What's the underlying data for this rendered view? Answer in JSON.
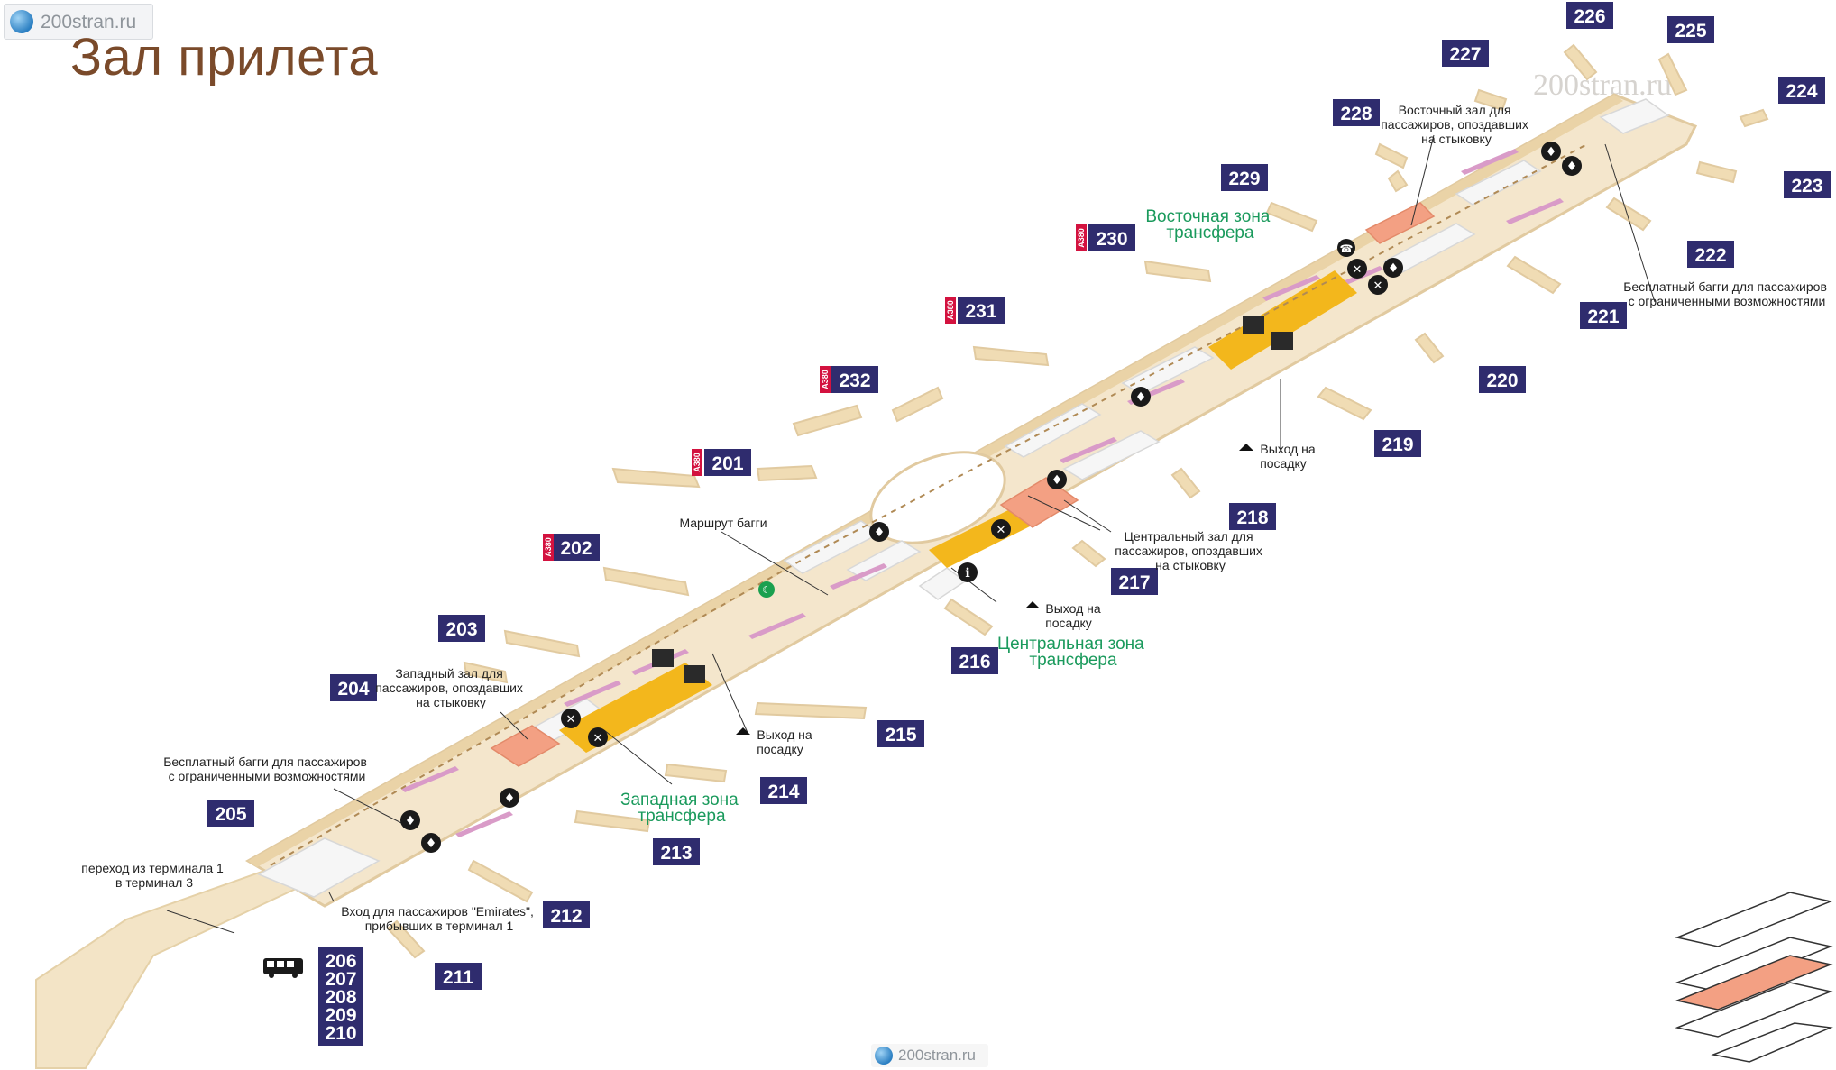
{
  "header": {
    "title": "Зал прилета",
    "watermark": "200stran.ru",
    "watermark_ghost": "200stran.ru",
    "watermark_bottom": "200stran.ru"
  },
  "colors": {
    "terminal": "#f4e6cc",
    "terminal_edge": "#e8d3ab",
    "gate_label_bg": "#2f2c6e",
    "a380_badge": "#d3123f",
    "transfer_zone": "#f3b71c",
    "lounge": "#f3a083",
    "shop": "#d99bc8",
    "green_zone_text": "#1a9a5c",
    "block": "#f5f5f5"
  },
  "gates": {
    "g201": "201",
    "g202": "202",
    "g203": "203",
    "g204": "204",
    "g205": "205",
    "g211": "211",
    "g212": "212",
    "g213": "213",
    "g214": "214",
    "g215": "215",
    "g216": "216",
    "g217": "217",
    "g218": "218",
    "g219": "219",
    "g220": "220",
    "g221": "221",
    "g222": "222",
    "g223": "223",
    "g224": "224",
    "g225": "225",
    "g226": "226",
    "g227": "227",
    "g228": "228",
    "g229": "229",
    "g230": "230",
    "g231": "231",
    "g232": "232",
    "bus_stack": [
      "206",
      "207",
      "208",
      "209",
      "210"
    ]
  },
  "a380_badge_text": "A380",
  "labels": {
    "east_lounge": [
      "Восточный зал для",
      "пассажиров, опоздавших",
      "на стыковку"
    ],
    "east_transfer": [
      "Восточная зона",
      "трансфера"
    ],
    "buggy_east": [
      "Бесплатный багги для пассажиров",
      "с ограниченными возможностями"
    ],
    "exit_east": [
      "Выход на",
      "посадку"
    ],
    "buggy_route": "Маршрут багги",
    "central_lounge": [
      "Центральный зал для",
      "пассажиров, опоздавших",
      "на стыковку"
    ],
    "exit_central": [
      "Выход на",
      "посадку"
    ],
    "central_transfer": [
      "Центральная зона",
      "трансфера"
    ],
    "west_lounge": [
      "Западный зал для",
      "пассажиров, опоздавших",
      "на стыковку"
    ],
    "exit_west": [
      "Выход на",
      "посадку"
    ],
    "west_transfer": [
      "Западная зона",
      "трансфера"
    ],
    "buggy_west": [
      "Бесплатный багги для пассажиров",
      "с ограниченными возможностями"
    ],
    "transfer_t1_t3": [
      "переход из терминала 1",
      "в терминал 3"
    ],
    "emirates_entry": [
      "Вход для пассажиров \"Emirates\",",
      "прибывших в терминал 1"
    ]
  },
  "icons": [
    "restroom-icon",
    "transfer-desk-icon",
    "info-icon",
    "phone-icon",
    "prayer-icon",
    "bus-icon",
    "departure-arrow-icon",
    "security-check-icon"
  ]
}
